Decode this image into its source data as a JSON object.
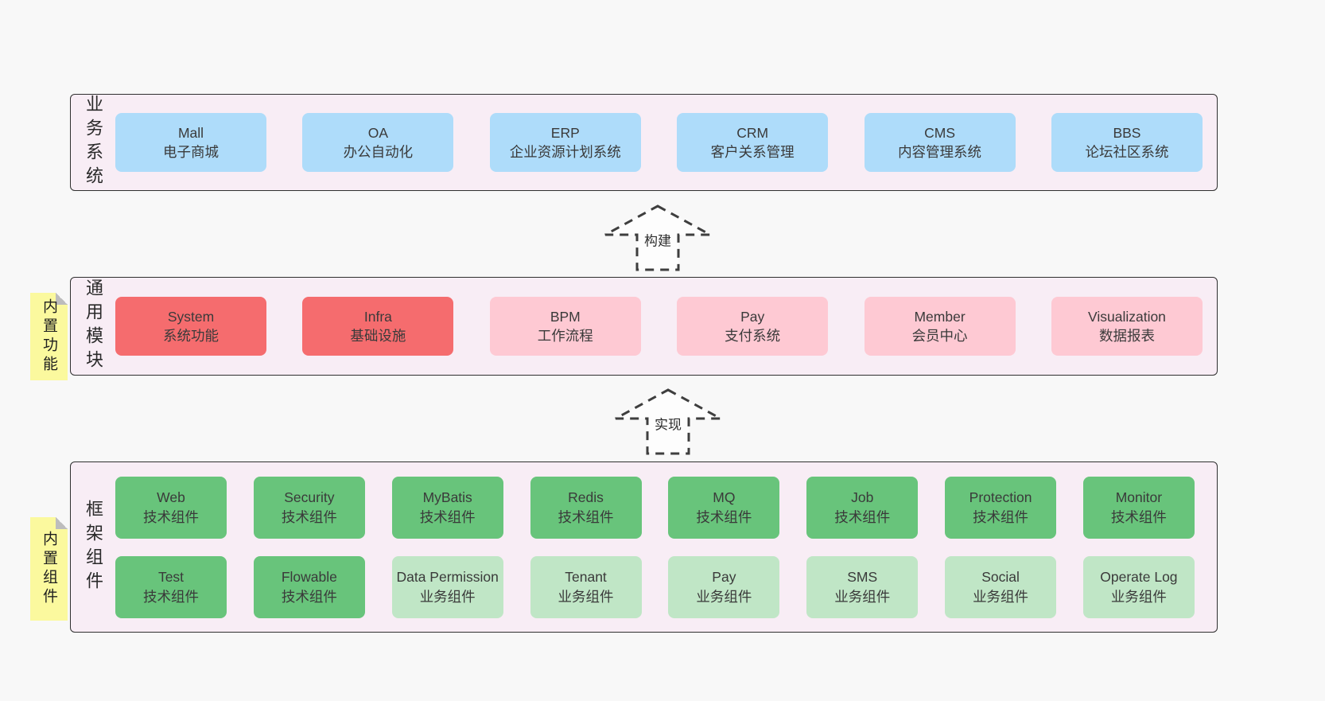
{
  "colors": {
    "background": "#f8f8f8",
    "panel": "#f8edf5",
    "panel_border": "#2f2f2f",
    "blue": "#aedcfa",
    "red": "#f56c6e",
    "pink": "#fec9d3",
    "green": "#68c47b",
    "light_green": "#c0e6c6",
    "note_yellow": "#fbf99e",
    "text": "#3a3a3a"
  },
  "layers": [
    {
      "id": "business-systems",
      "label": "业务系统",
      "rows": [
        [
          {
            "en": "Mall",
            "zh": "电子商城",
            "variant": "blue"
          },
          {
            "en": "OA",
            "zh": "办公自动化",
            "variant": "blue"
          },
          {
            "en": "ERP",
            "zh": "企业资源计划系统",
            "variant": "blue"
          },
          {
            "en": "CRM",
            "zh": "客户关系管理",
            "variant": "blue"
          },
          {
            "en": "CMS",
            "zh": "内容管理系统",
            "variant": "blue"
          },
          {
            "en": "BBS",
            "zh": "论坛社区系统",
            "variant": "blue"
          }
        ]
      ]
    },
    {
      "id": "common-modules",
      "label": "通用模块",
      "note": "内置功能",
      "rows": [
        [
          {
            "en": "System",
            "zh": "系统功能",
            "variant": "red"
          },
          {
            "en": "Infra",
            "zh": "基础设施",
            "variant": "red"
          },
          {
            "en": "BPM",
            "zh": "工作流程",
            "variant": "pink"
          },
          {
            "en": "Pay",
            "zh": "支付系统",
            "variant": "pink"
          },
          {
            "en": "Member",
            "zh": "会员中心",
            "variant": "pink"
          },
          {
            "en": "Visualization",
            "zh": "数据报表",
            "variant": "pink"
          }
        ]
      ]
    },
    {
      "id": "framework-components",
      "label": "框架组件",
      "note": "内置组件",
      "rows": [
        [
          {
            "en": "Web",
            "zh": "技术组件",
            "variant": "green"
          },
          {
            "en": "Security",
            "zh": "技术组件",
            "variant": "green"
          },
          {
            "en": "MyBatis",
            "zh": "技术组件",
            "variant": "green"
          },
          {
            "en": "Redis",
            "zh": "技术组件",
            "variant": "green"
          },
          {
            "en": "MQ",
            "zh": "技术组件",
            "variant": "green"
          },
          {
            "en": "Job",
            "zh": "技术组件",
            "variant": "green"
          },
          {
            "en": "Protection",
            "zh": "技术组件",
            "variant": "green"
          },
          {
            "en": "Monitor",
            "zh": "技术组件",
            "variant": "green"
          }
        ],
        [
          {
            "en": "Test",
            "zh": "技术组件",
            "variant": "green"
          },
          {
            "en": "Flowable",
            "zh": "技术组件",
            "variant": "green"
          },
          {
            "en": "Data Permission",
            "zh": "业务组件",
            "variant": "light-green"
          },
          {
            "en": "Tenant",
            "zh": "业务组件",
            "variant": "light-green"
          },
          {
            "en": "Pay",
            "zh": "业务组件",
            "variant": "light-green"
          },
          {
            "en": "SMS",
            "zh": "业务组件",
            "variant": "light-green"
          },
          {
            "en": "Social",
            "zh": "业务组件",
            "variant": "light-green"
          },
          {
            "en": "Operate Log",
            "zh": "业务组件",
            "variant": "light-green"
          }
        ]
      ]
    }
  ],
  "arrows": [
    {
      "id": "build",
      "label": "构建"
    },
    {
      "id": "implement",
      "label": "实现"
    }
  ]
}
